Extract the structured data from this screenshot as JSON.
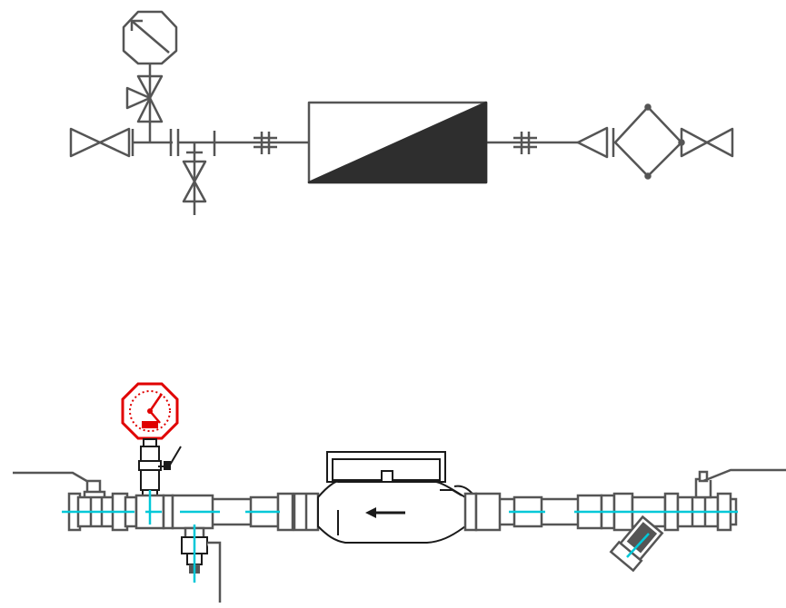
{
  "diagram": {
    "type": "piping schematic — water meter assembly",
    "components_schematic": [
      "ball-valve",
      "pressure-gauge",
      "gauge-isolation-valve",
      "union",
      "drain-valve",
      "flange",
      "water-meter",
      "flange",
      "check-valve",
      "strainer",
      "ball-valve"
    ],
    "components_drawing": [
      "ball-valve-left",
      "pressure-gauge",
      "gauge-cock",
      "drain-tee",
      "union-left",
      "water-meter",
      "union-right",
      "strainer",
      "ball-valve-right"
    ],
    "flow_direction": "right-to-left",
    "colors": {
      "line": "#555555",
      "meter_fill": "#2e2e2e",
      "gauge": "#e00000",
      "centerline": "#00c8d8",
      "outline": "#1a1a1a"
    }
  }
}
